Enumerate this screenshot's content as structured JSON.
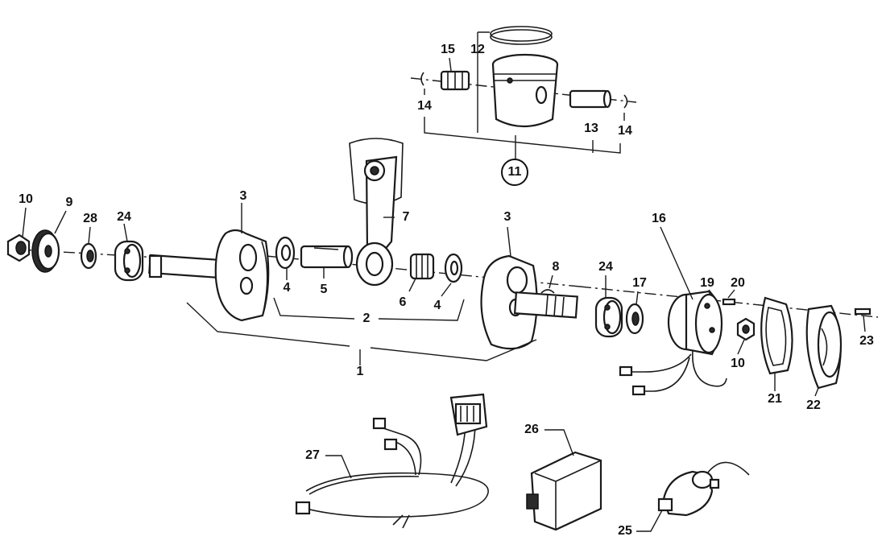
{
  "labels": {
    "p1": "1",
    "p2": "2",
    "p3a": "3",
    "p3b": "3",
    "p4a": "4",
    "p4b": "4",
    "p5": "5",
    "p6": "6",
    "p7": "7",
    "p8": "8",
    "p9": "9",
    "p10a": "10",
    "p10b": "10",
    "p11": "11",
    "p12": "12",
    "p13": "13",
    "p14a": "14",
    "p14b": "14",
    "p15": "15",
    "p16": "16",
    "p17": "17",
    "p19": "19",
    "p20": "20",
    "p21": "21",
    "p22": "22",
    "p23": "23",
    "p24a": "24",
    "p24b": "24",
    "p25": "25",
    "p26": "26",
    "p27": "27",
    "p28": "28"
  }
}
